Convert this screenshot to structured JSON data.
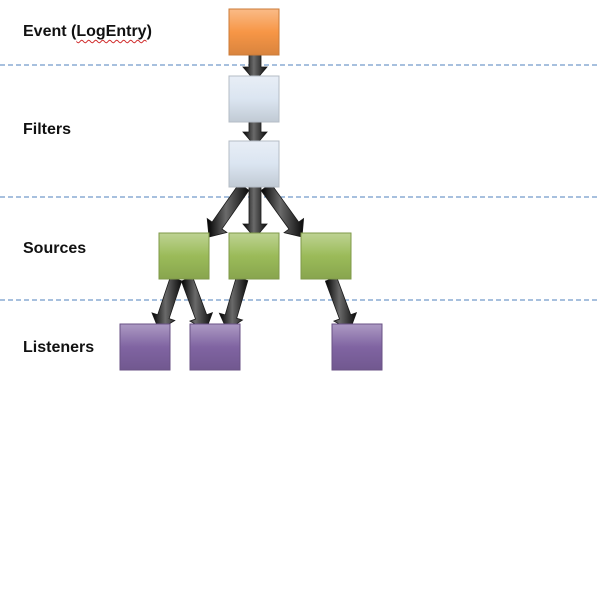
{
  "labels": {
    "event_prefix": "Event (",
    "event_word": "LogEntry",
    "event_suffix": ")",
    "filters": "Filters",
    "sources": "Sources",
    "listeners": "Listeners"
  },
  "colors": {
    "event": "#f79646",
    "filter": "#dbe5f1",
    "source": "#9bbb59",
    "listener": "#8064a2",
    "arrow": "#1a1a1a",
    "divider": "#4f81bd",
    "spellcheck_underline": "#d02a2a"
  },
  "diagram": {
    "nodes": [
      {
        "id": "event",
        "tier": "event"
      },
      {
        "id": "filter-1",
        "tier": "filter"
      },
      {
        "id": "filter-2",
        "tier": "filter"
      },
      {
        "id": "source-1",
        "tier": "source"
      },
      {
        "id": "source-2",
        "tier": "source"
      },
      {
        "id": "source-3",
        "tier": "source"
      },
      {
        "id": "listener-1",
        "tier": "listener"
      },
      {
        "id": "listener-2",
        "tier": "listener"
      },
      {
        "id": "listener-3",
        "tier": "listener"
      }
    ],
    "edges": [
      {
        "from": "event",
        "to": "filter-1"
      },
      {
        "from": "filter-1",
        "to": "filter-2"
      },
      {
        "from": "filter-2",
        "to": "source-1"
      },
      {
        "from": "filter-2",
        "to": "source-2"
      },
      {
        "from": "filter-2",
        "to": "source-3"
      },
      {
        "from": "source-1",
        "to": "listener-1"
      },
      {
        "from": "source-1",
        "to": "listener-2"
      },
      {
        "from": "source-2",
        "to": "listener-2"
      },
      {
        "from": "source-3",
        "to": "listener-3"
      }
    ]
  }
}
